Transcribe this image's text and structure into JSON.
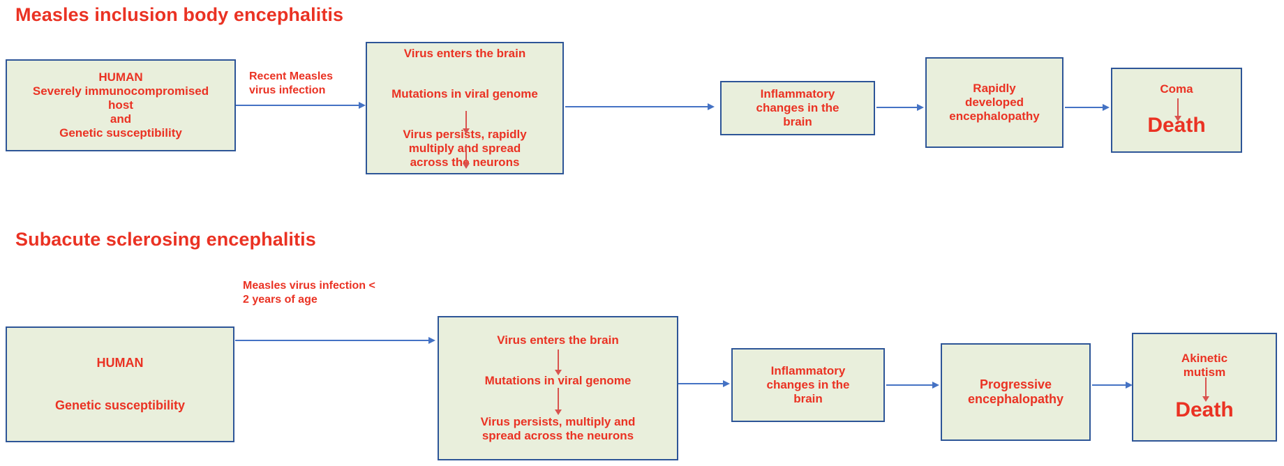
{
  "diagram": {
    "page_background": "#ffffff",
    "box_fill": "#e9efdc",
    "box_border": "#2d5597",
    "text_color": "#ea3223",
    "connector_color": "#4472c4",
    "inner_arrow_color": "#d9534f",
    "sections": [
      {
        "id": "mibe",
        "title": "Measles inclusion body encephalitis",
        "boxes": [
          {
            "id": "mibe-host",
            "lines": [
              "HUMAN",
              "Severely immunocompromised",
              "host",
              "and",
              "Genetic susceptibility"
            ]
          },
          {
            "id": "mibe-brain",
            "lines": [
              "Virus enters the brain",
              "Mutations in viral genome",
              "Virus persists, rapidly",
              "multiply and spread",
              "across the neurons"
            ]
          },
          {
            "id": "mibe-inflammation",
            "lines": [
              "Inflammatory",
              "changes in the",
              "brain"
            ]
          },
          {
            "id": "mibe-encephalopathy",
            "lines": [
              "Rapidly",
              "developed",
              "encephalopathy"
            ]
          },
          {
            "id": "mibe-outcome",
            "lines": [
              "Coma",
              "Death"
            ]
          }
        ],
        "edge_labels": [
          "Recent Measles virus infection"
        ],
        "edge_label_lines": [
          [
            "Recent Measles",
            "virus infection"
          ]
        ]
      },
      {
        "id": "sspe",
        "title": "Subacute sclerosing encephalitis",
        "boxes": [
          {
            "id": "sspe-host",
            "lines": [
              "HUMAN",
              "Genetic susceptibility"
            ]
          },
          {
            "id": "sspe-brain",
            "lines": [
              "Virus enters the brain",
              "Mutations in viral genome",
              "Virus persists, multiply and",
              "spread across the neurons"
            ]
          },
          {
            "id": "sspe-inflammation",
            "lines": [
              "Inflammatory",
              "changes in the",
              "brain"
            ]
          },
          {
            "id": "sspe-encephalopathy",
            "lines": [
              "Progressive",
              "encephalopathy"
            ]
          },
          {
            "id": "sspe-outcome",
            "lines": [
              "Akinetic",
              "mutism",
              "Death"
            ]
          }
        ],
        "edge_labels": [
          "Measles virus infection < 2 years of age"
        ],
        "edge_label_lines": [
          [
            "Measles virus",
            "infection < 2 years of",
            "age"
          ]
        ]
      }
    ]
  }
}
